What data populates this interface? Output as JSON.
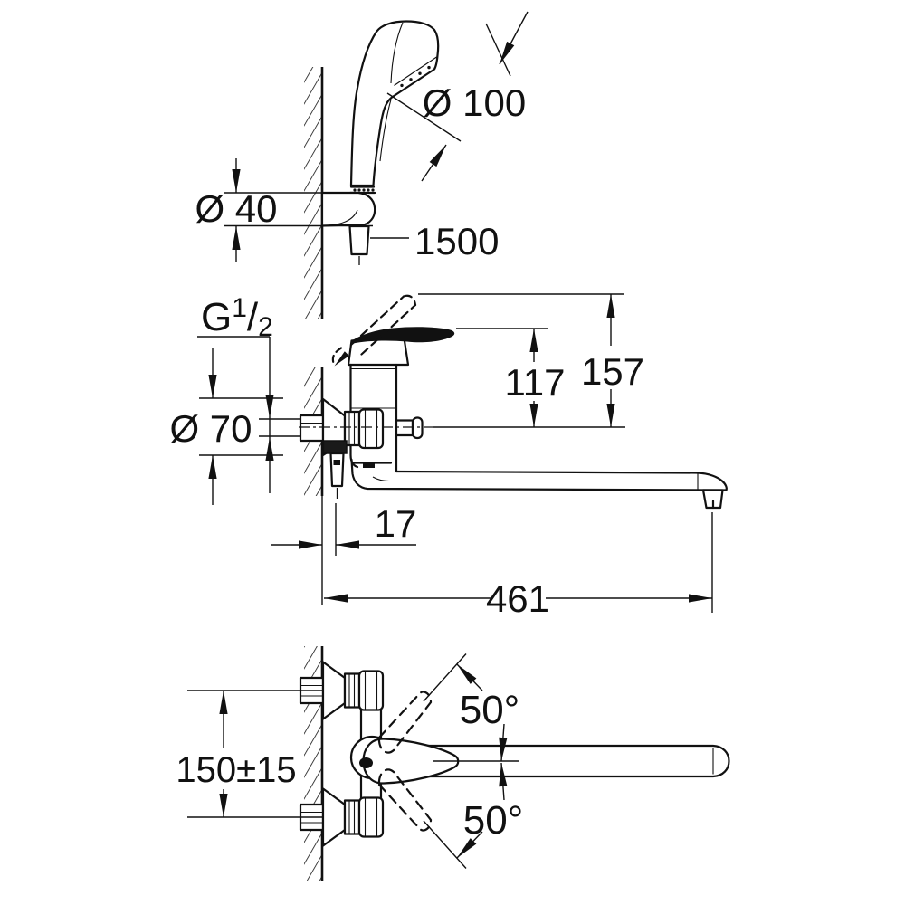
{
  "drawing": {
    "title": "technical dimension drawing - wall-mounted single-lever bath mixer with hand shower set",
    "background": "#ffffff",
    "line_color": "#111111",
    "views": {
      "top": "hand shower in wall holder (side view)",
      "middle": "mixer with long swivel spout (side view)",
      "bottom": "mixer top view with handle swivel angles"
    },
    "dimensions": {
      "shower_head_diameter": "Ø 100",
      "holder_diameter": "Ø 40",
      "hose_length": "1500",
      "thread": {
        "g": "G",
        "sup": "1",
        "slash": "/",
        "sub": "2"
      },
      "escutcheon_diameter": "Ø 70",
      "height_axis_to_lever": "117",
      "height_axis_to_lever_raised": "157",
      "wall_offset": "17",
      "spout_reach": "461",
      "inlet_spacing": "150±15",
      "swivel_angle_up": "50°",
      "swivel_angle_down": "50°"
    }
  }
}
